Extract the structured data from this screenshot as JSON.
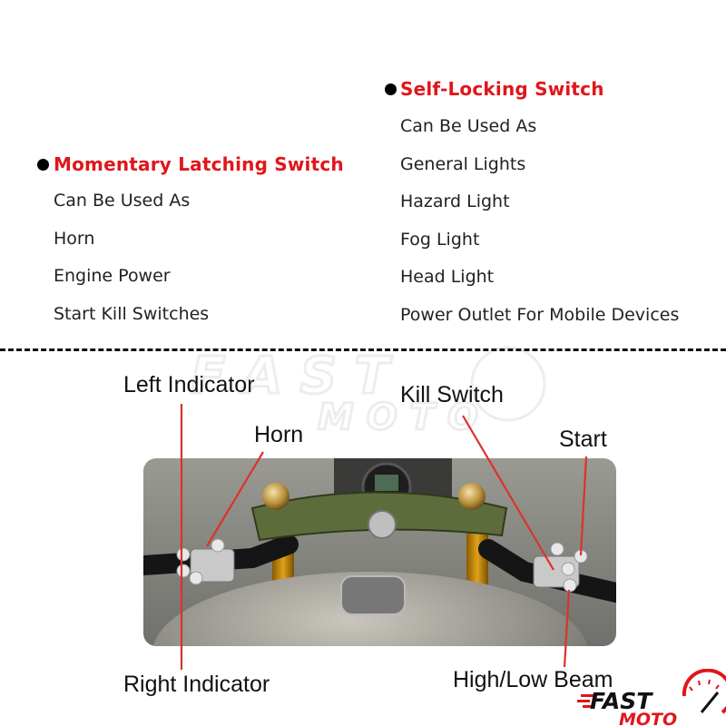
{
  "right_section": {
    "heading": "Self-Locking Switch",
    "items": [
      "Can Be Used As",
      "General Lights",
      "Hazard Light",
      "Fog Light",
      "Head Light",
      "Power Outlet For Mobile Devices"
    ]
  },
  "left_section": {
    "heading": "Momentary Latching Switch",
    "items": [
      "Can Be Used As",
      "Horn",
      "Engine Power",
      "Start Kill Switches"
    ]
  },
  "callouts": {
    "left_indicator": "Left Indicator",
    "horn": "Horn",
    "kill_switch": "Kill Switch",
    "start": "Start",
    "right_indicator": "Right Indicator",
    "high_low_beam": "High/Low Beam"
  },
  "brand": {
    "logo_top": "FAST",
    "logo_bottom": "MOTO",
    "accent": "#e0161b"
  },
  "colors": {
    "heading": "#e0161b",
    "callout_line": "#d9342b"
  }
}
